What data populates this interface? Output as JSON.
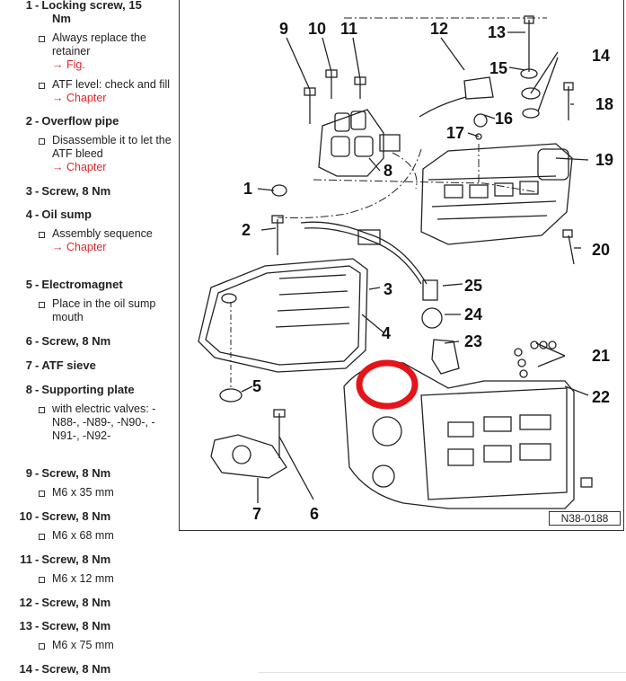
{
  "parts_list": {
    "items": [
      {
        "num": "1",
        "title": "Locking screw, 15",
        "title2": "Nm",
        "bullets": [
          {
            "text": "Always replace the retainer",
            "link": "→ Fig."
          },
          {
            "text": "ATF level: check and fill",
            "link": "→ Chapter"
          }
        ]
      },
      {
        "num": "2",
        "title": "Overflow pipe",
        "bullets": [
          {
            "text": "Disassemble it to let the ATF bleed",
            "link": "→ Chapter"
          }
        ]
      },
      {
        "num": "3",
        "title": "Screw, 8 Nm",
        "bullets": []
      },
      {
        "num": "4",
        "title": "Oil sump",
        "bullets": [
          {
            "text": "Assembly sequence",
            "link": "→ Chapter"
          }
        ]
      },
      {
        "num": "5",
        "title": "Electromagnet",
        "bullets": [
          {
            "text": "Place in the oil sump mouth",
            "link": ""
          }
        ]
      },
      {
        "num": "6",
        "title": "Screw, 8 Nm",
        "bullets": []
      },
      {
        "num": "7",
        "title": "ATF sieve",
        "bullets": []
      },
      {
        "num": "8",
        "title": "Supporting plate",
        "bullets": [
          {
            "text": "with electric valves: -N88-, -N89-, -N90-, -N91-, -N92-",
            "link": ""
          }
        ]
      },
      {
        "num": "9",
        "title": "Screw, 8 Nm",
        "bullets": [
          {
            "text": "M6 x 35 mm",
            "link": ""
          }
        ]
      },
      {
        "num": "10",
        "title": "Screw, 8 Nm",
        "bullets": [
          {
            "text": "M6 x 68 mm",
            "link": ""
          }
        ]
      },
      {
        "num": "11",
        "title": "Screw, 8 Nm",
        "bullets": [
          {
            "text": "M6 x 12 mm",
            "link": ""
          }
        ]
      },
      {
        "num": "12",
        "title": "Screw, 8 Nm",
        "bullets": []
      },
      {
        "num": "13",
        "title": "Screw, 8 Nm",
        "bullets": [
          {
            "text": "M6 x 75 mm",
            "link": ""
          }
        ]
      },
      {
        "num": "14",
        "title": "Screw, 8 Nm",
        "bullets": []
      }
    ]
  },
  "diagram": {
    "code": "N38-0188",
    "callouts": [
      "1",
      "2",
      "3",
      "4",
      "5",
      "6",
      "7",
      "8",
      "9",
      "10",
      "11",
      "12",
      "13",
      "14",
      "15",
      "16",
      "17",
      "18",
      "19",
      "20",
      "21",
      "22",
      "23",
      "24",
      "25"
    ],
    "highlight_color": "#e4141b"
  }
}
